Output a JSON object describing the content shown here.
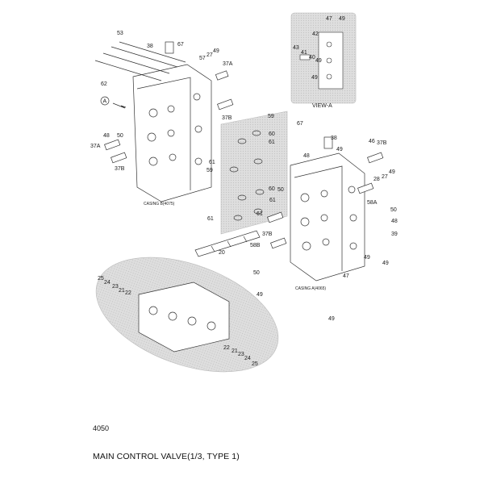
{
  "diagram": {
    "view_a_title": "VIEW-A",
    "casing_b_label": "CASING B(4075)",
    "casing_a_label": "CASING A(4065)",
    "view_arrow_label": "A",
    "part_callouts": [
      "53",
      "38",
      "67",
      "49",
      "57",
      "27",
      "37A",
      "62",
      "48",
      "50",
      "37A",
      "37B",
      "37B",
      "59",
      "60",
      "61",
      "61",
      "59",
      "61",
      "67",
      "38",
      "48",
      "49",
      "46",
      "37B",
      "28",
      "27",
      "49",
      "60",
      "61",
      "61",
      "50",
      "37B",
      "58B",
      "20",
      "58A",
      "50",
      "48",
      "39",
      "49",
      "50",
      "49",
      "47",
      "49",
      "49",
      "25",
      "24",
      "23",
      "21",
      "22",
      "22",
      "21",
      "23",
      "24",
      "25",
      "47",
      "49",
      "42",
      "43",
      "41",
      "40",
      "49",
      "49"
    ]
  },
  "page_number": "4050",
  "caption": "MAIN CONTROL VALVE(1/3, TYPE 1)"
}
